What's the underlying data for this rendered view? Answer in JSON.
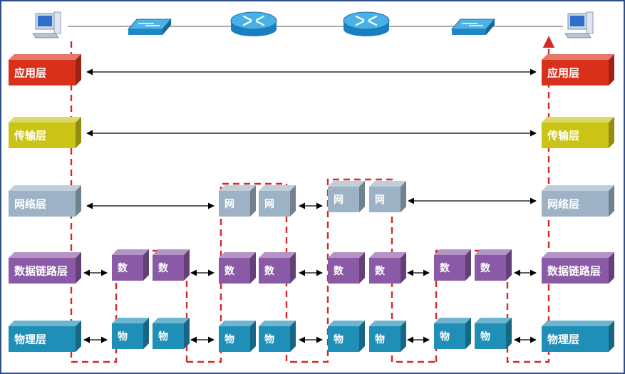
{
  "colors": {
    "application": "#d9301c",
    "transport": "#c9c415",
    "network": "#9db3c5",
    "datalink": "#8a5aa6",
    "physical": "#1f8fb8",
    "encapsulation_path": "#d42a2a",
    "peer_arrow": "#000000"
  },
  "devices": [
    {
      "kind": "pc",
      "icon": "computer-icon"
    },
    {
      "kind": "switch",
      "icon": "switch-icon"
    },
    {
      "kind": "router",
      "icon": "router-icon"
    },
    {
      "kind": "router",
      "icon": "router-icon"
    },
    {
      "kind": "switch",
      "icon": "switch-icon"
    },
    {
      "kind": "pc",
      "icon": "computer-icon"
    }
  ],
  "layers": {
    "application": "应用层",
    "transport": "传输层",
    "network": "网络层",
    "datalink": "数据链路层",
    "physical": "物理层"
  },
  "short": {
    "network": "网",
    "datalink": "数",
    "physical": "物"
  }
}
